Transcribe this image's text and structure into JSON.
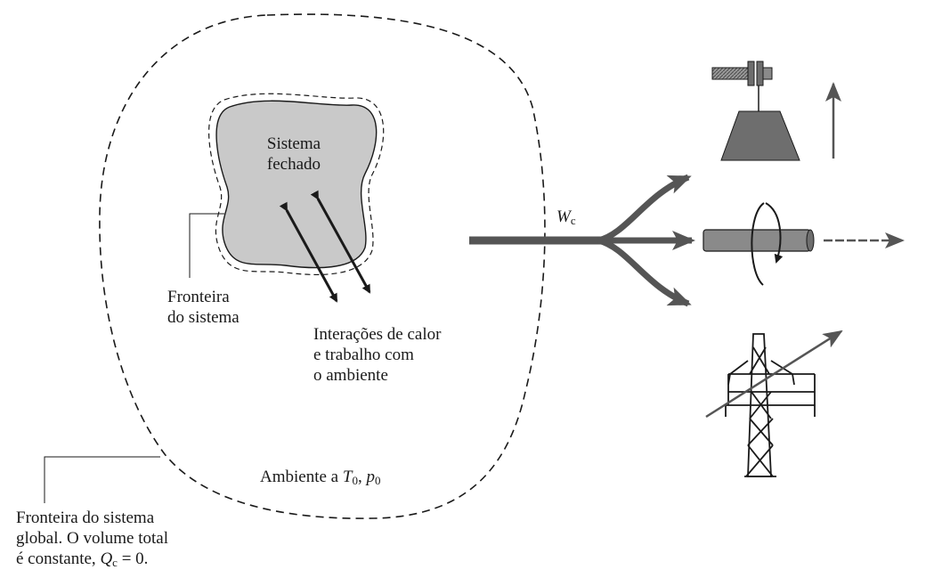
{
  "labels": {
    "closed_system_line1": "Sistema",
    "closed_system_line2": "fechado",
    "system_boundary_line1": "Fronteira",
    "system_boundary_line2": "do sistema",
    "interactions_line1": "Interações de calor",
    "interactions_line2": "e trabalho com",
    "interactions_line3": "o ambiente",
    "work_symbol": "W",
    "work_subscript": "c",
    "surroundings_text": "Ambiente a ",
    "surroundings_T": "T",
    "surroundings_T_sub": "0",
    "surroundings_sep": ", ",
    "surroundings_p": "p",
    "surroundings_p_sub": "0",
    "global_boundary_line1": "Fronteira do sistema",
    "global_boundary_line2": "global. O volume total",
    "global_boundary_line3_a": "é constante, ",
    "global_boundary_line3_Q": "Q",
    "global_boundary_line3_sub": "c",
    "global_boundary_line3_b": " = 0."
  },
  "colors": {
    "ink": "#1a1a1a",
    "closed_system_fill": "#c9c9c9",
    "arrow": "#555555",
    "weight_fill": "#6e6e6e",
    "shaft_fill": "#8a8a8a"
  },
  "icons": [
    "raised-weight-icon",
    "rotating-shaft-icon",
    "power-tower-icon"
  ]
}
